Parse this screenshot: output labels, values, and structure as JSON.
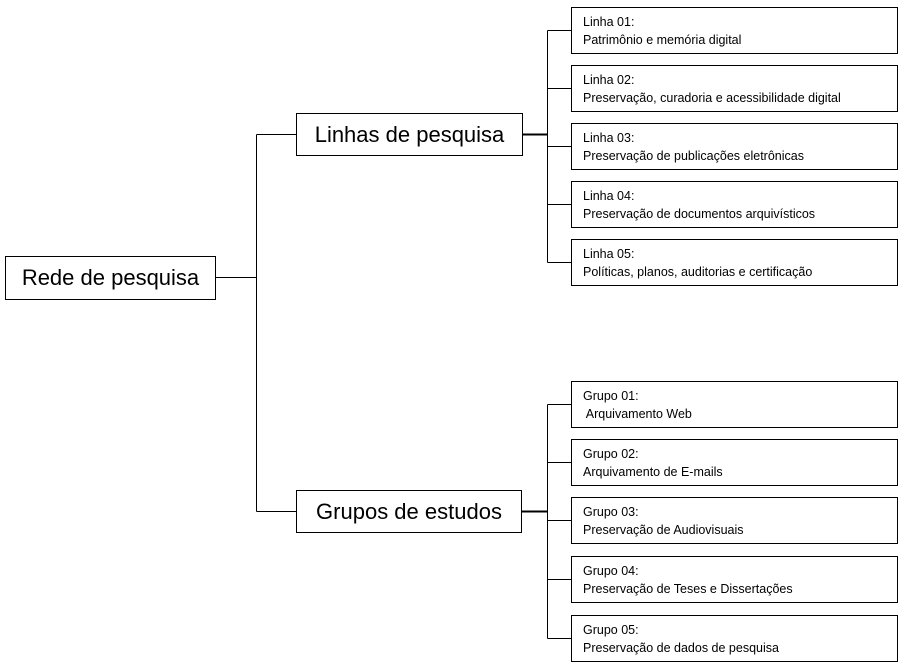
{
  "root": {
    "label": "Rede de pesquisa"
  },
  "branches": [
    {
      "label": "Linhas de pesquisa",
      "items": [
        {
          "title": "Linha 01:",
          "desc": "Patrimônio e memória digital"
        },
        {
          "title": "Linha 02:",
          "desc": "Preservação, curadoria e acessibilidade digital"
        },
        {
          "title": "Linha 03:",
          "desc": "Preservação de publicações eletrônicas"
        },
        {
          "title": "Linha 04:",
          "desc": "Preservação de documentos arquivísticos"
        },
        {
          "title": "Linha 05:",
          "desc": "Políticas, planos, auditorias e certificação"
        }
      ]
    },
    {
      "label": "Grupos de estudos",
      "items": [
        {
          "title": "Grupo 01:",
          "desc": " Arquivamento Web"
        },
        {
          "title": "Grupo 02:",
          "desc": "Arquivamento de E-mails"
        },
        {
          "title": "Grupo 03:",
          "desc": "Preservação de Audiovisuais"
        },
        {
          "title": "Grupo 04:",
          "desc": "Preservação de Teses e Dissertações"
        },
        {
          "title": "Grupo 05:",
          "desc": "Preservação de dados de pesquisa"
        }
      ]
    }
  ]
}
